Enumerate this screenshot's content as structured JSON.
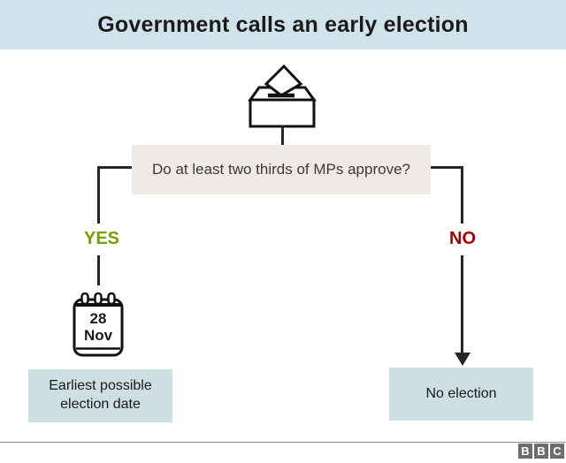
{
  "header": {
    "title": "Government calls an early election"
  },
  "flowchart": {
    "question": "Do at least two thirds of MPs approve?",
    "yes": {
      "label": "YES",
      "calendar": {
        "day": "28",
        "month": "Nov"
      },
      "result": "Earliest possible election date"
    },
    "no": {
      "label": "NO",
      "result": "No election"
    }
  },
  "footer": {
    "logo": {
      "letters": [
        "B",
        "B",
        "C"
      ]
    }
  },
  "colors": {
    "header_bg": "#d0e3eb",
    "question_bg": "#efeae5",
    "result_bg": "#cddfe2",
    "yes_green": "#74a000",
    "no_red": "#9e0000",
    "line": "#262626",
    "logo_grey": "#6d6d6d",
    "divider_grey": "#8e8e8e"
  }
}
